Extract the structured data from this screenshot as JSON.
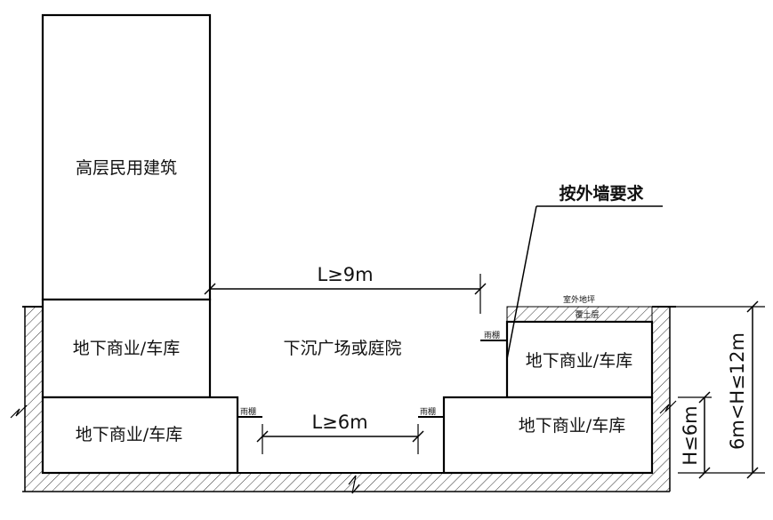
{
  "labels": {
    "high_rise": "高层民用建筑",
    "sunken_plaza": "下沉广场或庭院",
    "basement_left_upper": "地下商业/车库",
    "basement_left_lower": "地下商业/车库",
    "basement_right_upper": "地下商业/车库",
    "basement_right_lower": "地下商业/车库",
    "canopy_upper_right": "雨棚",
    "canopy_lower_left": "雨棚",
    "canopy_lower_right": "雨棚",
    "outdoor_ground": "室外地坪",
    "overburden": "覆土层",
    "callout_wall": "按外墙要求"
  },
  "dimensions": {
    "upper_distance": "L≥9m",
    "lower_distance": "L≥6m",
    "depth_shallow": "H≤6m",
    "depth_deep": "6m<H≤12m"
  }
}
